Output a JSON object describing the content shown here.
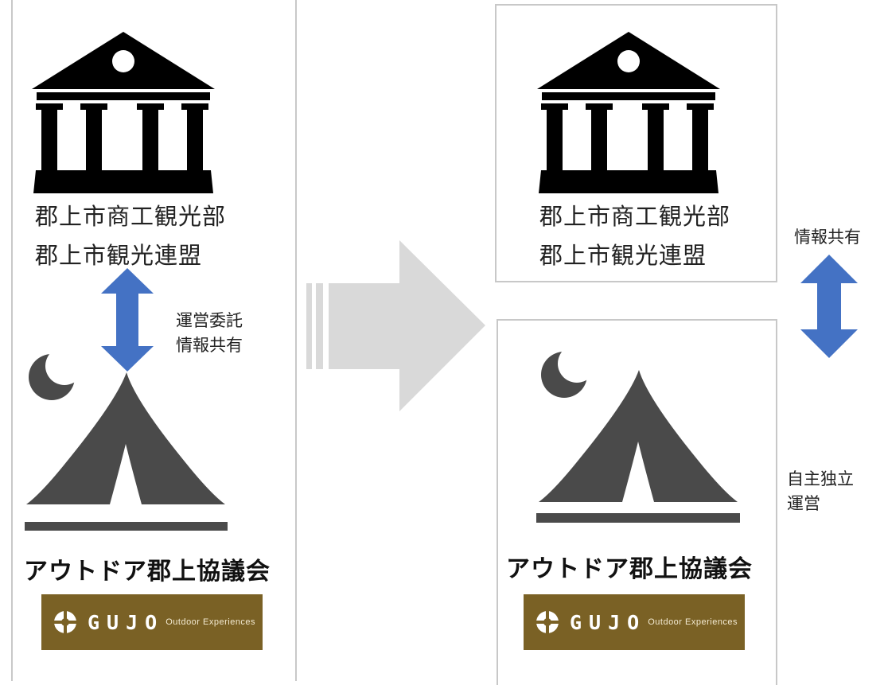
{
  "left_panel": {
    "org_lines": [
      "郡上市商工観光部",
      "郡上市観光連盟"
    ],
    "relation_lines": [
      "運営委託",
      "情報共有"
    ],
    "council_name": "アウトドア郡上協議会",
    "logo": {
      "word": "GUJO",
      "subtitle": "Outdoor Experiences"
    }
  },
  "right_panel": {
    "org_lines": [
      "郡上市商工観光部",
      "郡上市観光連盟"
    ],
    "share_label": "情報共有",
    "self_lines": [
      "自主独立",
      "運営"
    ],
    "council_name": "アウトドア郡上協議会",
    "logo": {
      "word": "GUJO",
      "subtitle": "Outdoor Experiences"
    }
  },
  "colors": {
    "panel_border": "#c8c8c8",
    "icon_black": "#000000",
    "tent_gray": "#4a4a4a",
    "arrow_blue": "#4472c4",
    "transition_arrow": "#d9d9d9",
    "logo_bg": "#7a6125"
  },
  "icons": [
    "government-building-icon",
    "tent-moon-icon",
    "double-arrow-icon",
    "transition-arrow-icon",
    "gujo-logo-mark-icon"
  ]
}
